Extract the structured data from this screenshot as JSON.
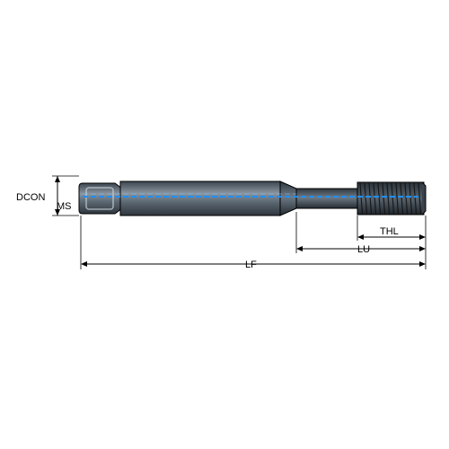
{
  "drawing": {
    "labels": {
      "dcon": "DCON",
      "ms": "MS",
      "lf": "LF",
      "lu": "LU",
      "thl": "THL"
    },
    "colors": {
      "shank_body": "#4a5560",
      "shank_highlight": "#7f8b96",
      "neck": "#3e4852",
      "thread": "#2f363d",
      "coolant_channel": "#1e90ff",
      "outline": "#000000"
    }
  }
}
